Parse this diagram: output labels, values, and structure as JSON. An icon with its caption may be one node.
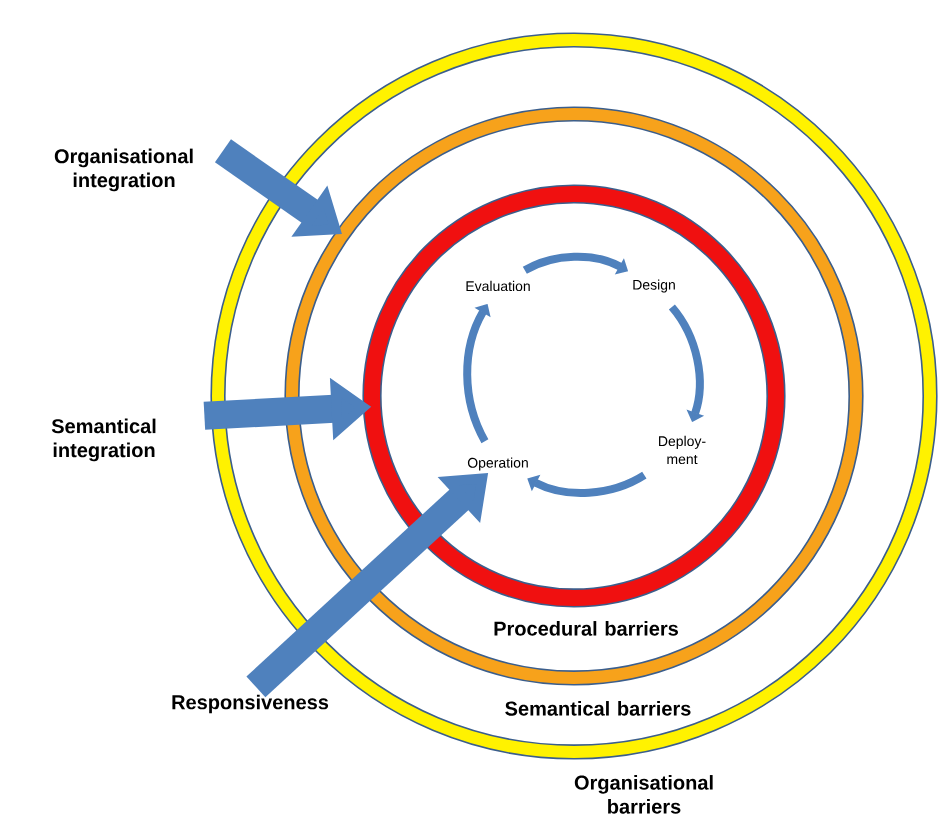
{
  "diagram": {
    "nodes": [
      {
        "text": [
          "Organisational barriers"
        ]
      },
      {
        "text": [
          "Semantical barriers"
        ],
        "in": 0
      },
      {
        "text": [
          "Procedural barriers"
        ],
        "in": 1
      },
      {
        "text": [
          "Evaluation"
        ],
        "in": 2
      },
      {
        "text": [
          "Design"
        ],
        "in": 2
      },
      {
        "text": [
          "Deploy-ment"
        ],
        "in": 2
      },
      {
        "text": [
          "Operation"
        ],
        "in": 2
      },
      {
        "text": [
          "Organisational integration"
        ]
      },
      {
        "text": [
          "Semantical integration"
        ]
      },
      {
        "text": [
          "Responsiveness"
        ]
      }
    ],
    "edges": [
      {
        "from": 3,
        "to": 4,
        "arrow": "to"
      },
      {
        "from": 4,
        "to": 5,
        "arrow": "to"
      },
      {
        "from": 5,
        "to": 6,
        "arrow": "to"
      },
      {
        "from": 6,
        "to": 3,
        "arrow": "to"
      },
      {
        "from": 7,
        "to": 1,
        "arrow": "to",
        "style": "thick"
      },
      {
        "from": 8,
        "to": 2,
        "arrow": "to",
        "style": "thick"
      },
      {
        "from": 9,
        "to": 6,
        "arrow": "to",
        "style": "thick"
      }
    ]
  }
}
